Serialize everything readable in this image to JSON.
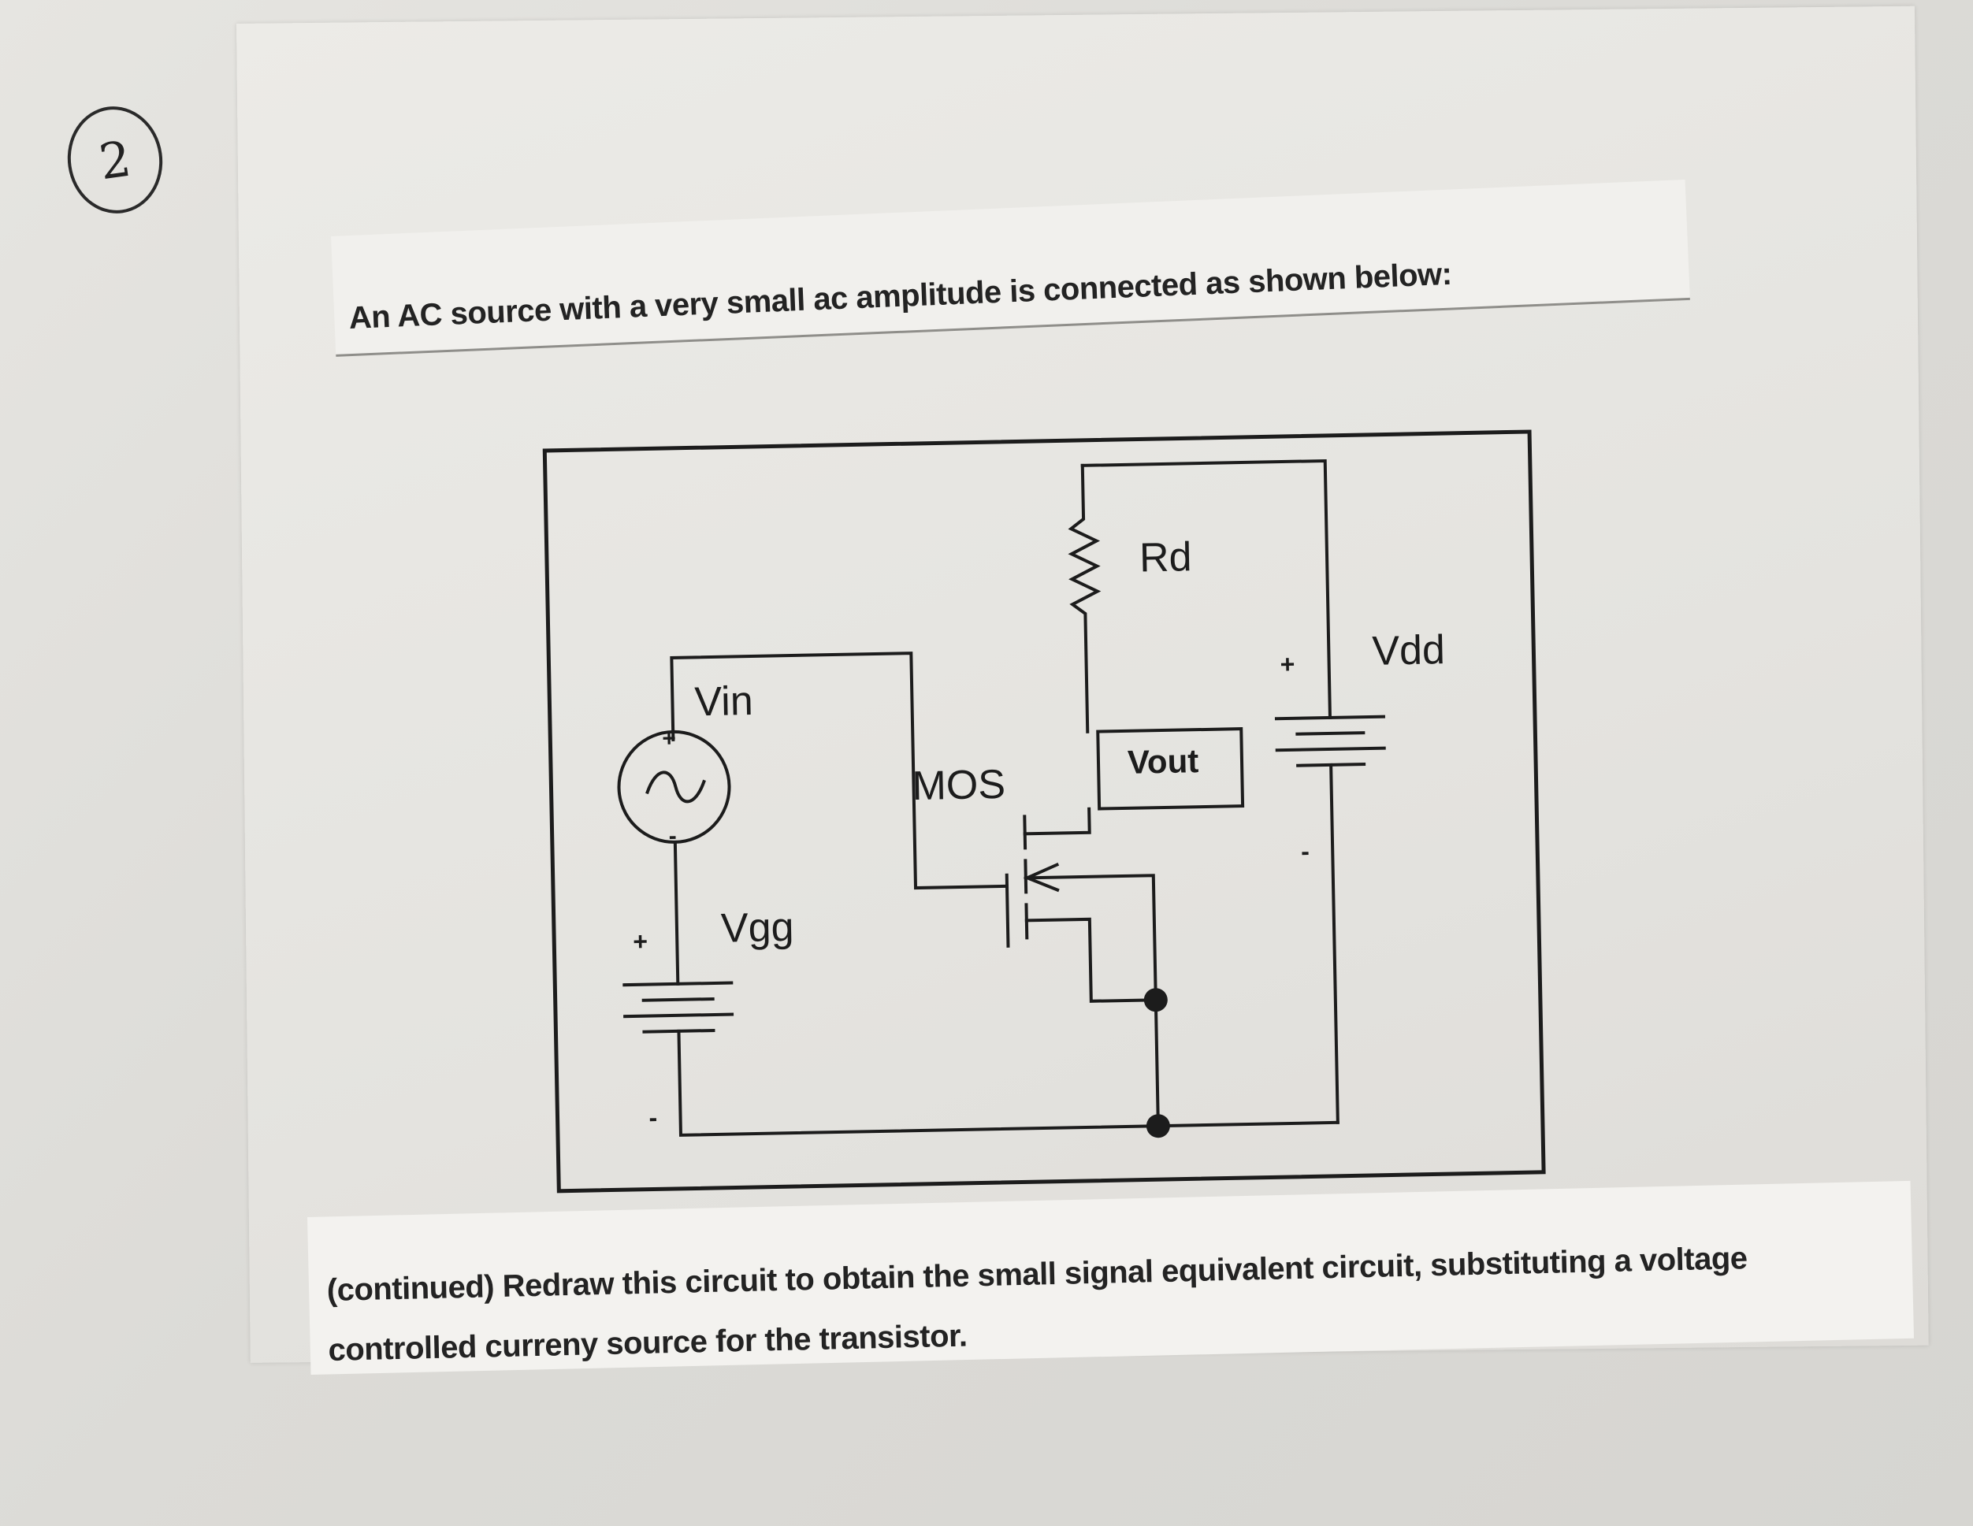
{
  "question_number": "2",
  "intro_text": "An AC source with a very small ac amplitude is connected as shown below:",
  "circuit": {
    "labels": {
      "rd": "Rd",
      "vdd": "Vdd",
      "vin": "Vin",
      "vgg": "Vgg",
      "mos": "MOS",
      "vout": "Vout"
    },
    "polarity": {
      "plus": "+",
      "minus": "-"
    }
  },
  "continued_text": "(continued) Redraw this circuit to obtain the small signal equivalent circuit, substituting a voltage controlled curreny source for the transistor."
}
